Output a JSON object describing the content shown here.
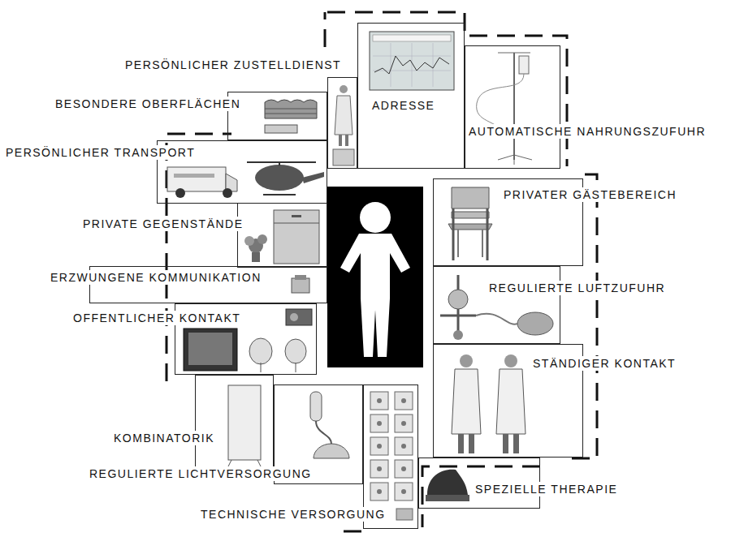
{
  "diagram": {
    "nodes": [
      {
        "text": [
          "PERSÖNLICHER ZUSTELLDIENST"
        ]
      },
      {
        "text": [
          "ADRESSE"
        ]
      },
      {
        "text": [
          "AUTOMATISCHE NAHRUNGSZUFUHR"
        ]
      },
      {
        "text": [
          "BESONDERE OBERFLÄCHEN"
        ]
      },
      {
        "text": [
          "PERSÖNLICHER TRANSPORT"
        ]
      },
      {
        "text": [
          "PRIVATER GÄSTEBEREICH"
        ]
      },
      {
        "text": [
          "PRIVATE GEGENSTÄNDE"
        ]
      },
      {
        "text": [
          "ERZWUNGENE KOMMUNIKATION"
        ]
      },
      {
        "text": [
          "REGULIERTE LUFTZUFUHR"
        ]
      },
      {
        "text": [
          "OFFENTLICHER KONTAKT"
        ]
      },
      {
        "text": [
          "STÄNDIGER KONTAKT"
        ]
      },
      {
        "text": [
          "KOMBINATORIK"
        ]
      },
      {
        "text": [
          "REGULIERTE LICHTVERSORGUNG"
        ]
      },
      {
        "text": [
          "SPEZIELLE THERAPIE"
        ]
      },
      {
        "text": [
          "TECHNISCHE VERSORGUNG"
        ]
      }
    ]
  }
}
